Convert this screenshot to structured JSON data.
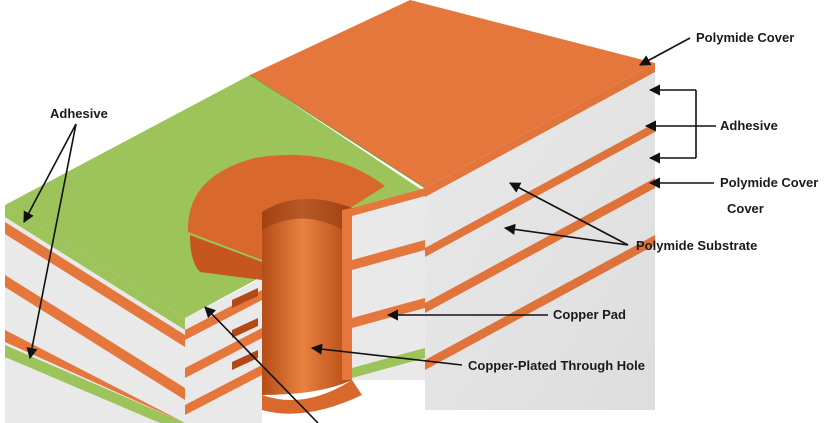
{
  "diagram": {
    "labels": {
      "polymide_cover_top": "Polymide Cover",
      "adhesive_right": "Adhesive",
      "polymide_cover_lower": "Polymide Cover",
      "cover_extra": "Cover",
      "polymide_substrate": "Polymide Substrate",
      "copper_pad": "Copper Pad",
      "through_hole": "Copper-Plated Through Hole",
      "adhesive_left": "Adhesive"
    },
    "colors": {
      "copper": "#e5773c",
      "copper_dark": "#c5561f",
      "polyimide_white": "#e9e9ea",
      "adhesive_green": "#9dc35b",
      "arrow": "#111111"
    }
  }
}
